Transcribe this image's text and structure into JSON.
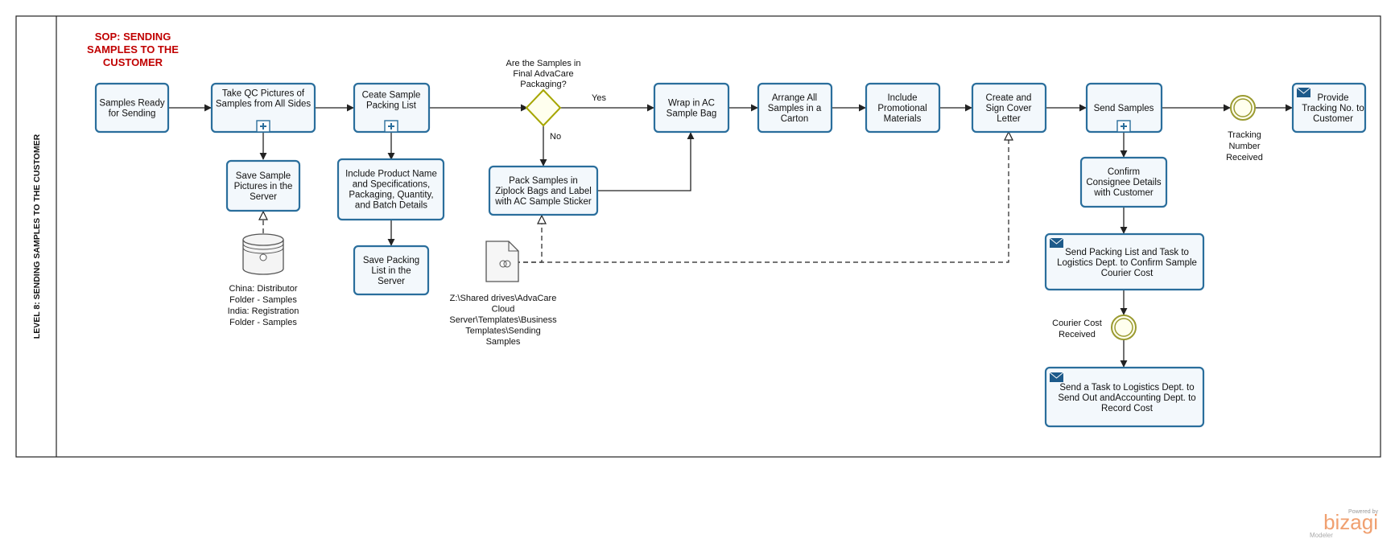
{
  "pool": {
    "lane_label": "LEVEL 8: SENDING SAMPLES TO THE CUSTOMER"
  },
  "title": {
    "lines": [
      "SOP: SENDING",
      "SAMPLES TO THE",
      "CUSTOMER"
    ],
    "color": "#c00000"
  },
  "tasks": {
    "samples_ready": [
      "Samples Ready",
      "for Sending"
    ],
    "take_qc": [
      "Take QC Pictures of",
      "Samples from All Sides"
    ],
    "save_pictures": [
      "Save Sample",
      "Pictures in the",
      "Server"
    ],
    "create_packing": [
      "Ceate Sample",
      "Packing List"
    ],
    "include_product": [
      "Include Product Name",
      "and Specifications,",
      "Packaging, Quantity,",
      "and Batch Details"
    ],
    "save_packing": [
      "Save Packing",
      "List in the",
      "Server"
    ],
    "pack_samples": [
      "Pack Samples in",
      "Ziplock Bags and Label",
      "with AC Sample Sticker"
    ],
    "wrap": [
      "Wrap in AC",
      "Sample Bag"
    ],
    "arrange": [
      "Arrange All",
      "Samples in a",
      "Carton"
    ],
    "include_promo": [
      "Include",
      "Promotional",
      "Materials"
    ],
    "cover_letter": [
      "Create and",
      "Sign Cover",
      "Letter"
    ],
    "send_samples": [
      "Send Samples"
    ],
    "confirm_consignee": [
      "Confirm",
      "Consignee Details",
      "with Customer"
    ],
    "send_packing_list": [
      "Send Packing List and Task to",
      "Logistics Dept. to Confirm Sample",
      "Courier Cost"
    ],
    "send_task_logistics": [
      "Send a Task to Logistics Dept. to",
      "Send Out andAccounting Dept. to",
      "Record Cost"
    ],
    "provide_tracking": [
      "Provide",
      "Tracking No. to",
      "Customer"
    ]
  },
  "gateway": {
    "question": [
      "Are the Samples in",
      "Final AdvaCare",
      "Packaging?"
    ],
    "yes": "Yes",
    "no": "No"
  },
  "datastore_label": [
    "China: Distributor",
    "Folder - Samples",
    "India: Registration",
    "Folder - Samples"
  ],
  "document_label": [
    "Z:\\Shared drives\\AdvaCare",
    "Cloud",
    "Server\\Templates\\Business",
    "Templates\\Sending",
    "Samples"
  ],
  "events": {
    "tracking_received": [
      "Tracking",
      "Number",
      "Received"
    ],
    "courier_cost_received": [
      "Courier Cost",
      "Received"
    ]
  },
  "watermark": {
    "powered_by": "Powered by",
    "brand": "bizagi",
    "product": "Modeler",
    "color": "#f0a070"
  },
  "colors": {
    "task_stroke": "#2a6e9c",
    "task_fill": "#f3f8fc",
    "gateway_stroke": "#a6a600",
    "gateway_fill": "#ffffee",
    "event_stroke": "#9a9a30",
    "title_red": "#c00000"
  }
}
